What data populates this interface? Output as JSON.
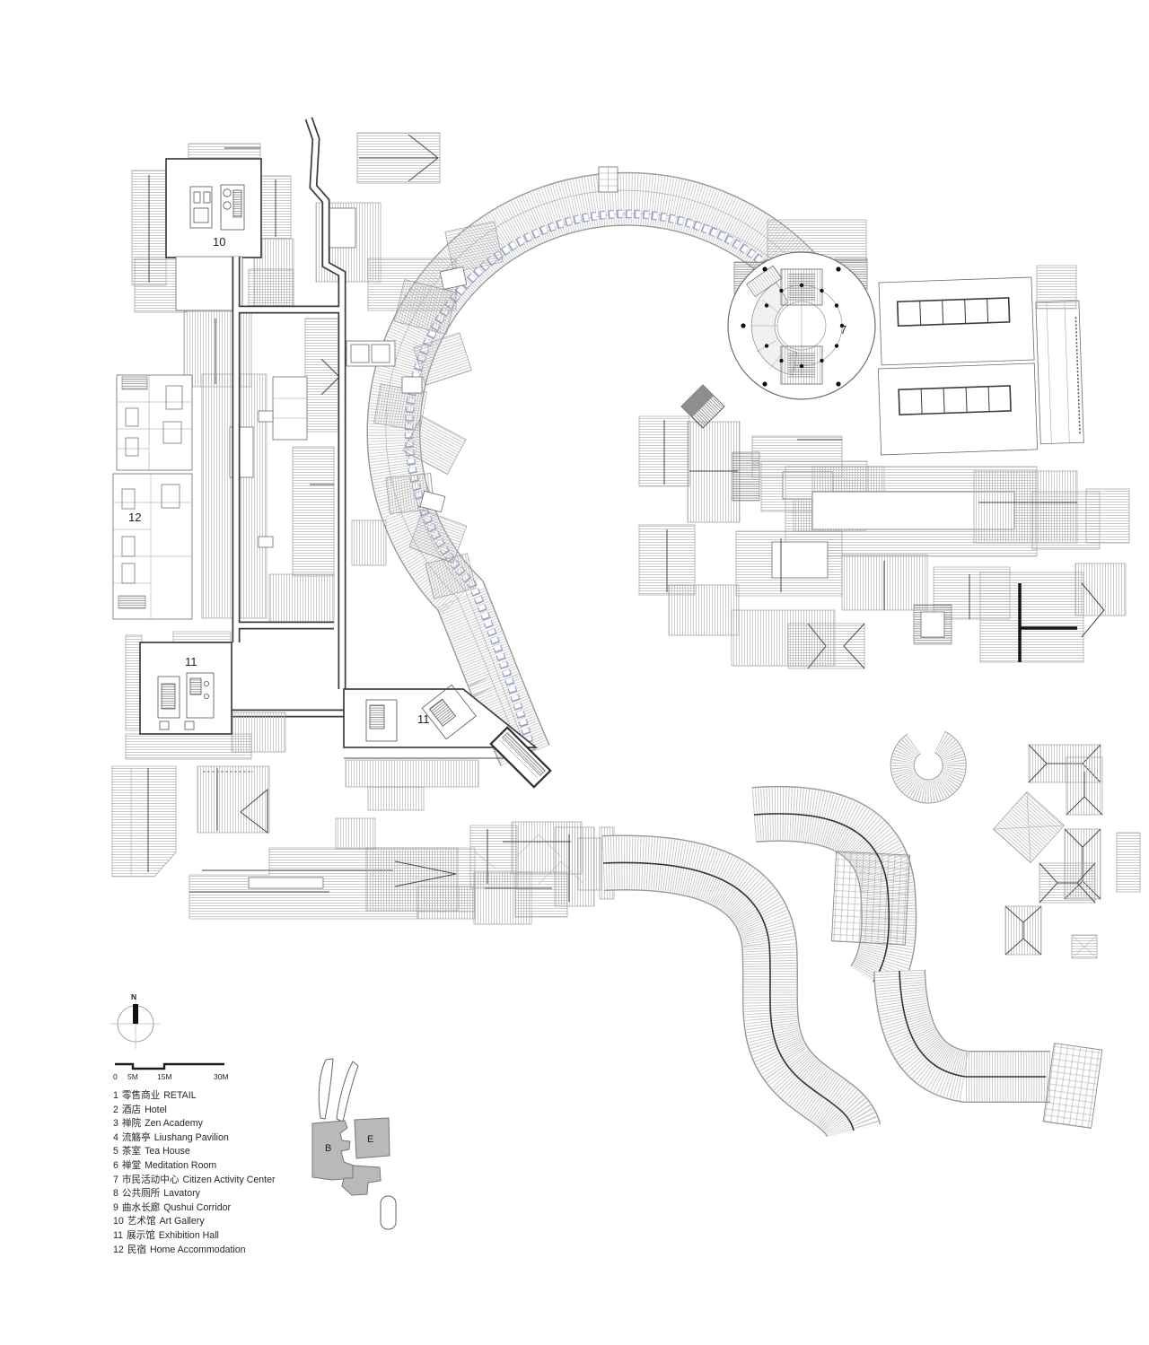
{
  "plan": {
    "labels": {
      "art_gallery": "10",
      "home_accommodation": "12",
      "exhibition_hall_a": "11",
      "exhibition_hall_b": "11",
      "citizen_activity_center": "7"
    }
  },
  "north": {
    "label": "N"
  },
  "scale_bar": {
    "ticks": [
      "0",
      "5M",
      "15M",
      "30M"
    ]
  },
  "key_plan": {
    "zones": [
      {
        "label": "B"
      },
      {
        "label": "E"
      }
    ]
  },
  "legend": {
    "items": [
      {
        "num": "1",
        "zh": "零售商业",
        "en": "RETAIL"
      },
      {
        "num": "2",
        "zh": "酒店",
        "en": "Hotel"
      },
      {
        "num": "3",
        "zh": "禅院",
        "en": "Zen Academy"
      },
      {
        "num": "4",
        "zh": "流觞亭",
        "en": "Liushang Pavilion"
      },
      {
        "num": "5",
        "zh": "茶室",
        "en": "Tea House"
      },
      {
        "num": "6",
        "zh": "禅堂",
        "en": "Meditation Room"
      },
      {
        "num": "7",
        "zh": "市民活动中心",
        "en": "Citizen Activity Center"
      },
      {
        "num": "8",
        "zh": "公共厕所",
        "en": "Lavatory"
      },
      {
        "num": "9",
        "zh": "曲水长廊",
        "en": "Qushui Corridor"
      },
      {
        "num": "10",
        "zh": "艺术馆",
        "en": "Art Gallery"
      },
      {
        "num": "11",
        "zh": "展示馆",
        "en": "Exhibition Hall"
      },
      {
        "num": "12",
        "zh": "民宿",
        "en": "Home Accommodation"
      }
    ]
  }
}
